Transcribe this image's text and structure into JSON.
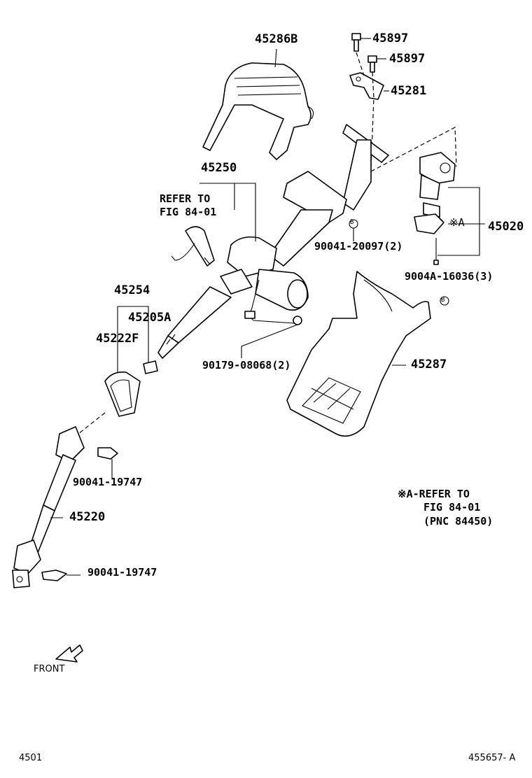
{
  "labels": {
    "p45286B": "45286B",
    "p45897a": "45897",
    "p45897b": "45897",
    "p45281": "45281",
    "p45250": "45250",
    "refer1": "REFER TO",
    "refer2": "FIG 84-01",
    "p20097": "90041-20097(2)",
    "p45020": "45020",
    "markA": "※A",
    "p16036": "9004A-16036(3)",
    "markB1": "B",
    "markB2": "B",
    "p45254": "45254",
    "p45205A": "45205A",
    "p45222F": "45222F",
    "p08068": "90179-08068(2)",
    "p45287": "45287",
    "p19747a": "90041-19747",
    "p45220": "45220",
    "p19747b": "90041-19747",
    "noteA1": "※A-REFER TO",
    "noteA2": "FIG 84-01",
    "noteA3": "(PNC 84450)",
    "front": "FRONT",
    "footLeft": "4501",
    "footRight": "455657- A"
  }
}
